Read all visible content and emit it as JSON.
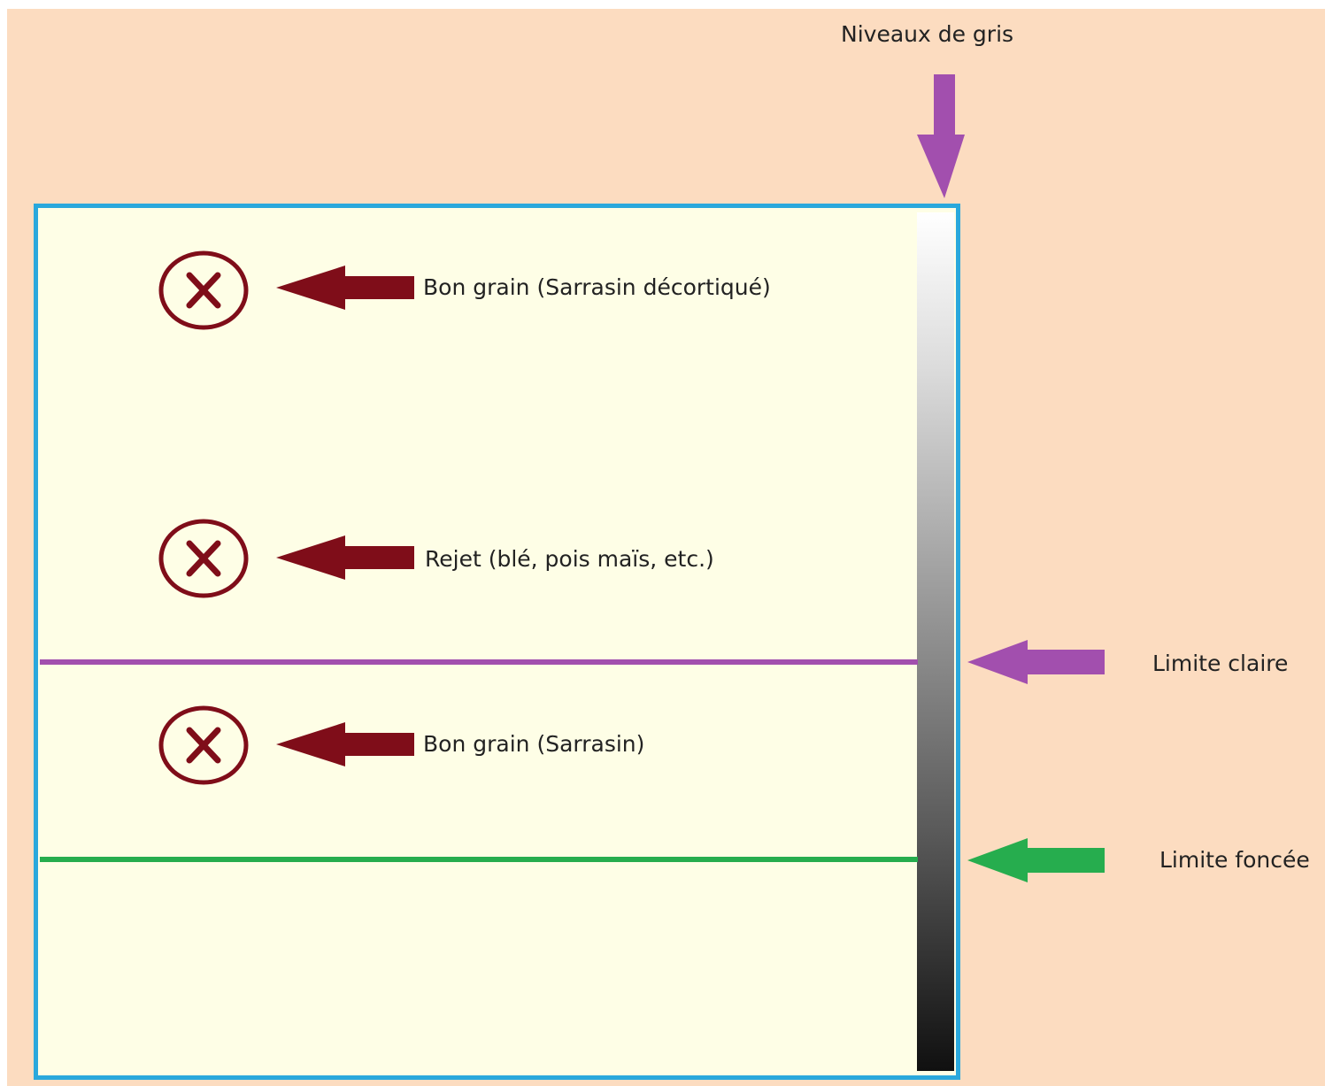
{
  "title": "Niveaux de gris",
  "items": [
    {
      "label": "Bon grain (Sarrasin décortiqué)",
      "icon": "x-circle-icon"
    },
    {
      "label": "Rejet (blé, pois maïs, etc.)",
      "icon": "x-circle-icon"
    },
    {
      "label": "Bon grain (Sarrasin)",
      "icon": "x-circle-icon"
    }
  ],
  "limits": {
    "claire": {
      "label": "Limite claire",
      "color": "#a24fae"
    },
    "foncee": {
      "label": "Limite foncée",
      "color": "#26ad4e"
    }
  },
  "colors": {
    "background": "#fcdcc0",
    "panel": "#fefee6",
    "panel_border": "#2aa8dc",
    "marker": "#7f0d19",
    "top_arrow": "#a24fae"
  }
}
